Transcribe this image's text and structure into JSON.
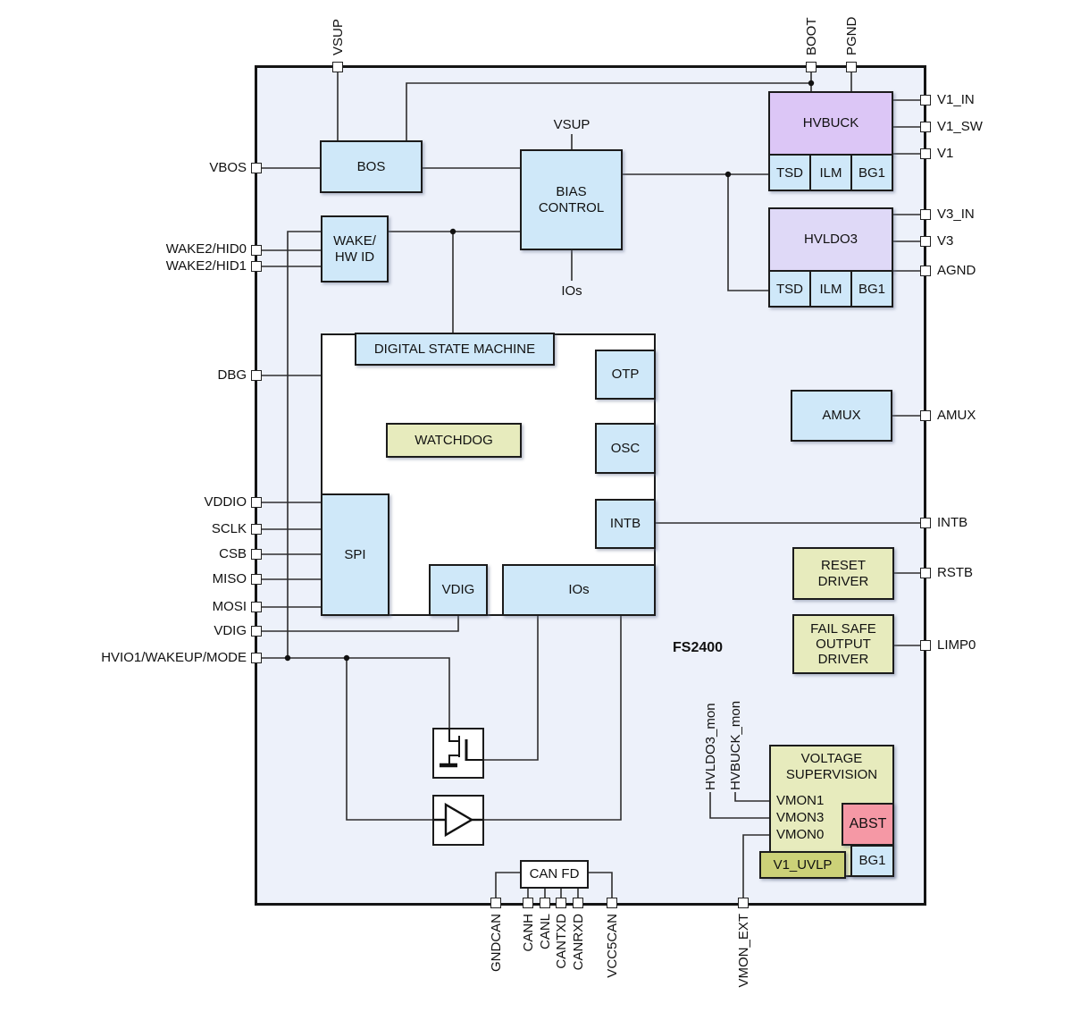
{
  "diagram": {
    "chip_name": "FS2400",
    "pins": {
      "top": [
        "VSUP",
        "BOOT",
        "PGND"
      ],
      "left": [
        "VBOS",
        "WAKE2/HID0",
        "WAKE2/HID1",
        "DBG",
        "VDDIO",
        "SCLK",
        "CSB",
        "MISO",
        "MOSI",
        "VDIG",
        "HVIO1/WAKEUP/MODE"
      ],
      "right": [
        "V1_IN",
        "V1_SW",
        "V1",
        "V3_IN",
        "V3",
        "AGND",
        "AMUX",
        "INTB",
        "RSTB",
        "LIMP0"
      ],
      "bottom": [
        "GNDCAN",
        "CANH",
        "CANL",
        "CANTXD",
        "CANRXD",
        "VCC5CAN",
        "VMON_EXT"
      ]
    },
    "blocks": {
      "bos": "BOS",
      "wake": "WAKE/ HW ID",
      "bias": "BIAS CONTROL",
      "bias_top_signal": "VSUP",
      "bias_bottom_signal": "IOs",
      "hvbuck": "HVBUCK",
      "hvldo3": "HVLDO3",
      "protection_cells": [
        "TSD",
        "ILM",
        "BG1"
      ],
      "dsm": "DIGITAL STATE MACHINE",
      "otp": "OTP",
      "watchdog": "WATCHDOG",
      "osc": "OSC",
      "spi": "SPI",
      "intb": "INTB",
      "vdig": "VDIG",
      "ios": "IOs",
      "amux": "AMUX",
      "reset_driver": "RESET DRIVER",
      "fail_safe": "FAIL SAFE OUTPUT DRIVER",
      "can_fd": "CAN FD",
      "voltage_supervision": "VOLTAGE SUPERVISION",
      "vmon_inputs": [
        "VMON1",
        "VMON3",
        "VMON0"
      ],
      "abst": "ABST",
      "bg1": "BG1",
      "v1_uvlp": "V1_UVLP"
    },
    "monitor_signals": {
      "hvldo3_mon": "HVLDO3_mon",
      "hvbuck_mon": "HVBUCK_mon"
    },
    "colors": {
      "chip_bg": "#edf1fa",
      "block_blue": "#cfe8f9",
      "block_purple": "#dcc6f6",
      "block_lavender": "#dfd9f7",
      "block_yellow": "#e7ebbd",
      "block_olive": "#ccd178",
      "block_pink": "#f598a5",
      "wire": "#2e2e2e"
    }
  }
}
